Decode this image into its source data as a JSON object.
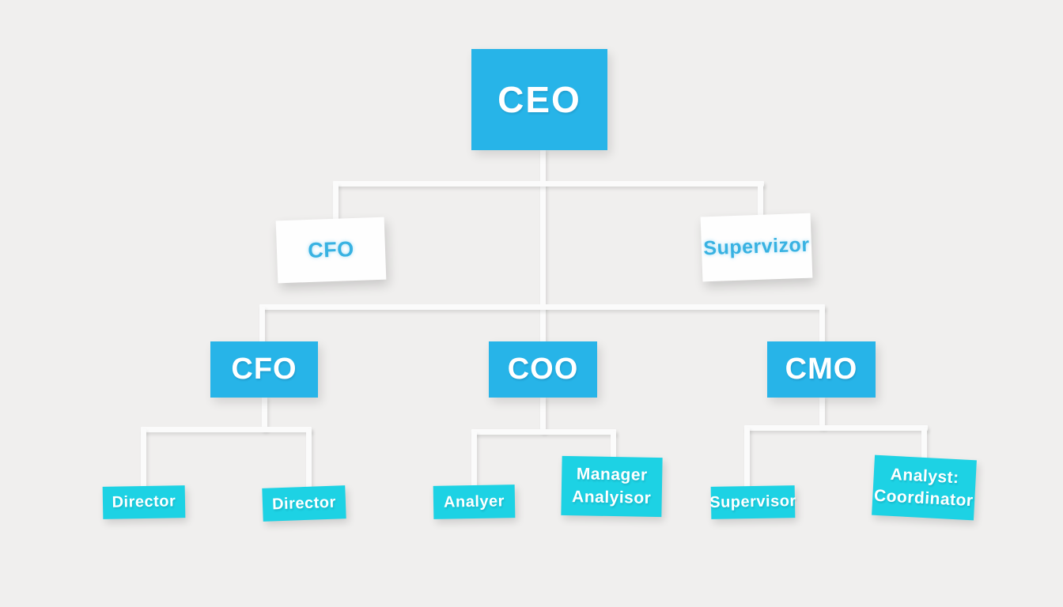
{
  "colors": {
    "background": "#f0efee",
    "skyblue": "#27b4e8",
    "turquoise": "#1dd2e4",
    "boxwhite": "#fefefe",
    "connector": "#fbfbfb",
    "cyantext": "#38b2e2",
    "whitetext": "#ffffff"
  },
  "nodes": {
    "ceo": {
      "label": "CEO"
    },
    "cfo_upper": {
      "label": "CFO"
    },
    "supervizor": {
      "label": "Supervizor"
    },
    "cfo": {
      "label": "CFO"
    },
    "coo": {
      "label": "COO"
    },
    "cmo": {
      "label": "CMO"
    },
    "director1": {
      "label": "Director"
    },
    "director2": {
      "label": "Director"
    },
    "analyer": {
      "label": "Analyer"
    },
    "manager_analyisor": {
      "line1": "Manager",
      "line2": "Analyisor"
    },
    "supervisor": {
      "label": "Supervisor"
    },
    "analyst_coordinator": {
      "line1": "Analyst:",
      "line2": "Coordinator"
    }
  },
  "hierarchy": {
    "root": "CEO",
    "level2": [
      "CFO",
      "Supervizor"
    ],
    "level3": [
      "CFO",
      "COO",
      "CMO"
    ],
    "children": {
      "CFO": [
        "Director",
        "Director"
      ],
      "COO": [
        "Analyer",
        "Manager Analyisor"
      ],
      "CMO": [
        "Supervisor",
        "Analyst: Coordinator"
      ]
    }
  }
}
